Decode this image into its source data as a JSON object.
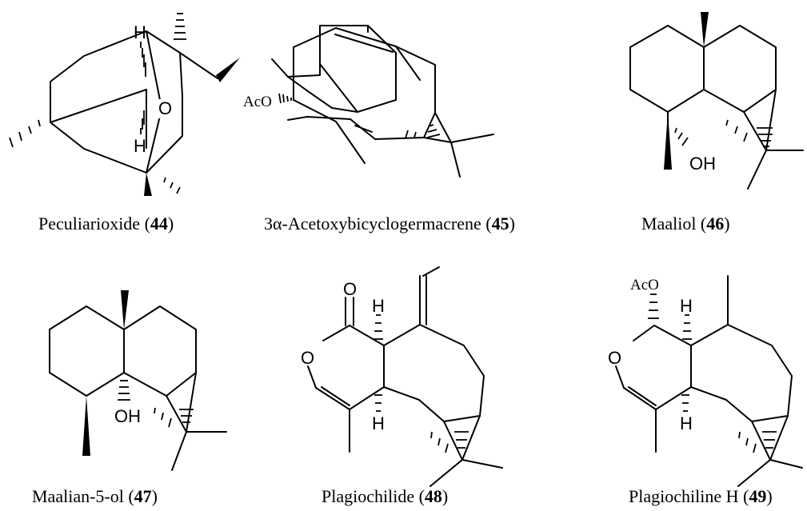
{
  "compounds": [
    {
      "name": "Peculiarioxide (",
      "number": "44",
      "suffix": ")"
    },
    {
      "name": "3α-Acetoxybicyclogermacrene (",
      "number": "45",
      "suffix": ")"
    },
    {
      "name": "Maaliol (",
      "number": "46",
      "suffix": ")"
    },
    {
      "name": "Maalian-5-ol (",
      "number": "47",
      "suffix": ")"
    },
    {
      "name": "Plagiochilide (",
      "number": "48",
      "suffix": ")"
    },
    {
      "name": "Plagiochiline H (",
      "number": "49",
      "suffix": ")"
    }
  ],
  "atoms": {
    "h": "H",
    "o": "O",
    "oh": "OH",
    "aco": "AcO"
  }
}
